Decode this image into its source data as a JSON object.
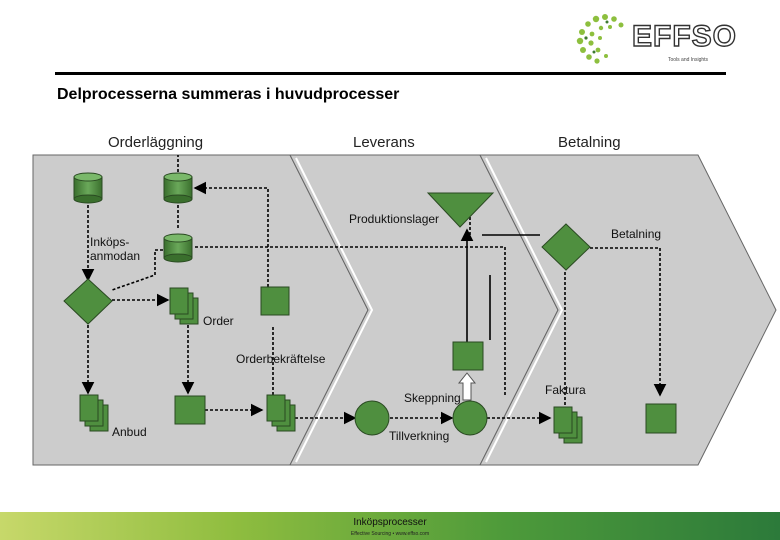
{
  "headline": "Delprocesserna summeras i huvudprocesser",
  "phases": [
    "Orderläggning",
    "Leverans",
    "Betalning"
  ],
  "labels": {
    "produktionslager": "Produktionslager",
    "betalning": "Betalning",
    "inkopsanmodan_1": "Inköps-",
    "inkopsanmodan_2": "anmodan",
    "order": "Order",
    "orderbekraftelse": "Orderbekräftelse",
    "skeppning": "Skeppning",
    "faktura": "Faktura",
    "anbud": "Anbud",
    "tillverkning": "Tillverkning"
  },
  "logo": {
    "name": "EFFSO",
    "tagline": "Tools and Insights"
  },
  "footer": {
    "title": "Inköpsprocesser",
    "subtitle": "Effective Sourcing • www.effso.com"
  },
  "colors": {
    "shape_fill": "#4f8f3f",
    "shape_stroke": "#2a4a22",
    "band": "#cccccc",
    "band_stroke": "#666666"
  }
}
